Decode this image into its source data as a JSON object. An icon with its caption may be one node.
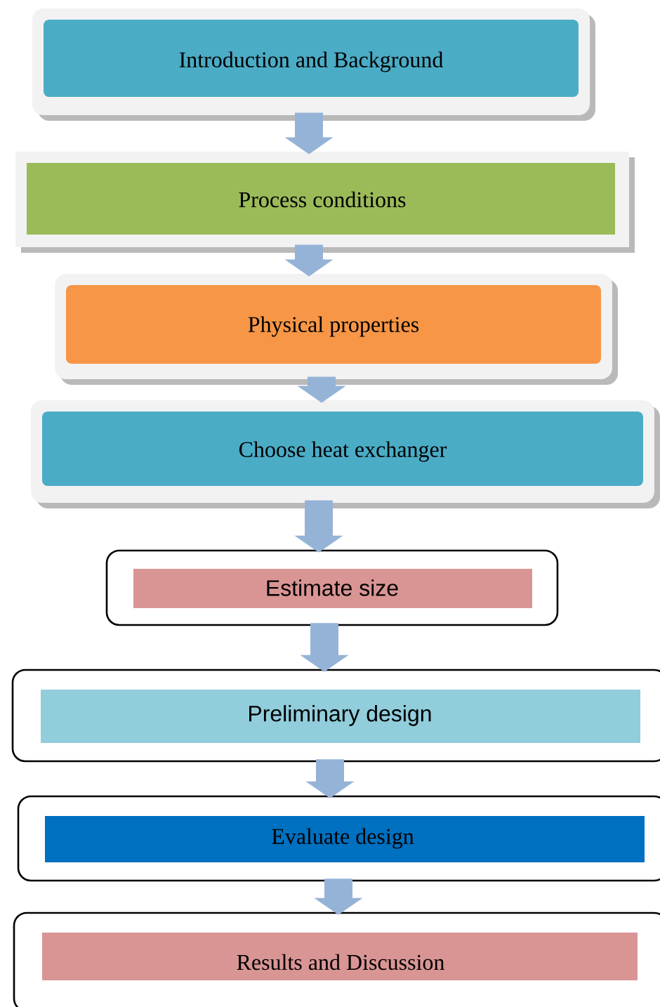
{
  "diagram": {
    "nodes": [
      {
        "text": [
          "Introduction and Background"
        ]
      },
      {
        "text": [
          "Process conditions"
        ]
      },
      {
        "text": [
          "Physical properties"
        ]
      },
      {
        "text": [
          "Choose heat  exchanger"
        ]
      },
      {
        "text": [
          "Estimate size"
        ]
      },
      {
        "text": [
          "Preliminary design"
        ]
      },
      {
        "text": [
          "Evaluate design"
        ]
      },
      {
        "text": [
          "Results and Discussion"
        ]
      }
    ],
    "edges": [
      {
        "from": 0,
        "to": 1,
        "arrow": "to"
      },
      {
        "from": 1,
        "to": 2,
        "arrow": "to"
      },
      {
        "from": 2,
        "to": 3,
        "arrow": "to"
      },
      {
        "from": 3,
        "to": 4,
        "arrow": "to"
      },
      {
        "from": 4,
        "to": 5,
        "arrow": "to"
      },
      {
        "from": 5,
        "to": 6,
        "arrow": "to"
      },
      {
        "from": 6,
        "to": 7,
        "arrow": "to"
      }
    ]
  }
}
